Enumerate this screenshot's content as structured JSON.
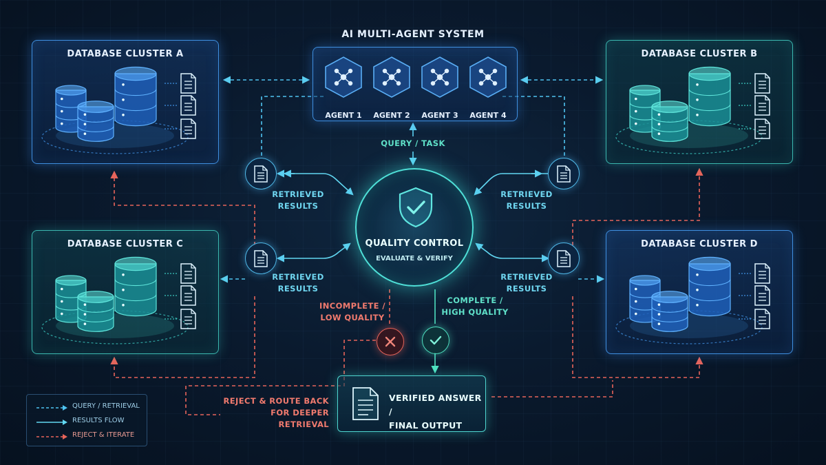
{
  "title": "AI MULTI-AGENT SYSTEM",
  "agents": [
    {
      "label": "AGENT 1"
    },
    {
      "label": "AGENT 2"
    },
    {
      "label": "AGENT 3"
    },
    {
      "label": "AGENT 4"
    }
  ],
  "clusters": {
    "a": {
      "title": "DATABASE CLUSTER A"
    },
    "b": {
      "title": "DATABASE CLUSTER B"
    },
    "c": {
      "title": "DATABASE CLUSTER C"
    },
    "d": {
      "title": "DATABASE CLUSTER D"
    }
  },
  "flow": {
    "query_task": "QUERY / TASK",
    "retrieved": [
      "RETRIEVED",
      "RESULTS"
    ]
  },
  "quality_control": {
    "title": "QUALITY CONTROL",
    "subtitle": "EVALUATE & VERIFY"
  },
  "outcomes": {
    "incomplete": [
      "INCOMPLETE /",
      "LOW QUALITY"
    ],
    "complete": [
      "COMPLETE /",
      "HIGH QUALITY"
    ]
  },
  "reject_route": [
    "REJECT & ROUTE BACK",
    "FOR DEEPER RETRIEVAL"
  ],
  "final_output": [
    "VERIFIED ANSWER /",
    "FINAL OUTPUT"
  ],
  "legend": {
    "query": "QUERY / RETRIEVAL",
    "results": "RESULTS FLOW",
    "reject": "REJECT & ITERATE"
  },
  "colors": {
    "query": "#4fc3f0",
    "results": "#62d8f2",
    "reject": "#e8645a",
    "accept": "#4fe0c0",
    "blue_panel": "#3f8fe0",
    "teal_panel": "#3bb8b0"
  },
  "icons": {
    "agent": "network-node-icon",
    "document": "document-icon",
    "shield": "shield-check-icon",
    "database": "database-stack-icon",
    "reject": "x-circle-icon",
    "accept": "check-circle-icon"
  }
}
